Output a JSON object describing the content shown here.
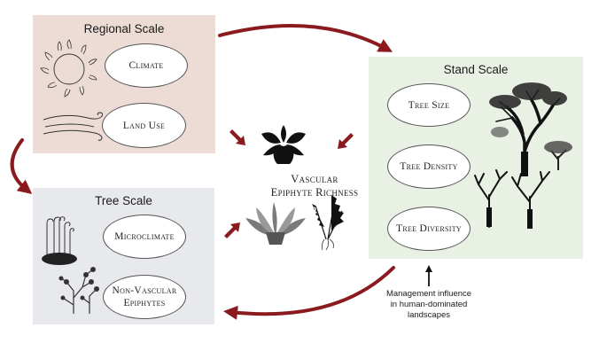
{
  "regional": {
    "title": "Regional Scale",
    "factors": [
      "Climate",
      "Land Use"
    ],
    "icons": [
      "sun-icon",
      "wind-icon"
    ],
    "color": "#ecdcd5"
  },
  "tree": {
    "title": "Tree Scale",
    "factors": [
      "Microclimate"
    ],
    "factor_two_lines": [
      "Non-Vascular",
      "Epiphytes"
    ],
    "icons": [
      "moss-icon",
      "lichen-icon"
    ],
    "color": "#e8e9ec"
  },
  "stand": {
    "title": "Stand Scale",
    "factors": [
      "Tree Size",
      "Tree Density",
      "Tree Diversity"
    ],
    "icons": [
      "large-tree-icon",
      "small-tree-icon",
      "bare-tree-icon"
    ],
    "color": "#e9f1e5"
  },
  "center": {
    "lines": [
      "Vascular",
      "Epiphyte Richness"
    ],
    "icons": [
      "orchid-icon",
      "bromeliad-icon",
      "fern-icon"
    ]
  },
  "management": {
    "lines": [
      "Management influence",
      "in human-dominated",
      "landscapes"
    ]
  },
  "colors": {
    "arrow": "#8b1a1f",
    "black_arrow": "#111111"
  }
}
